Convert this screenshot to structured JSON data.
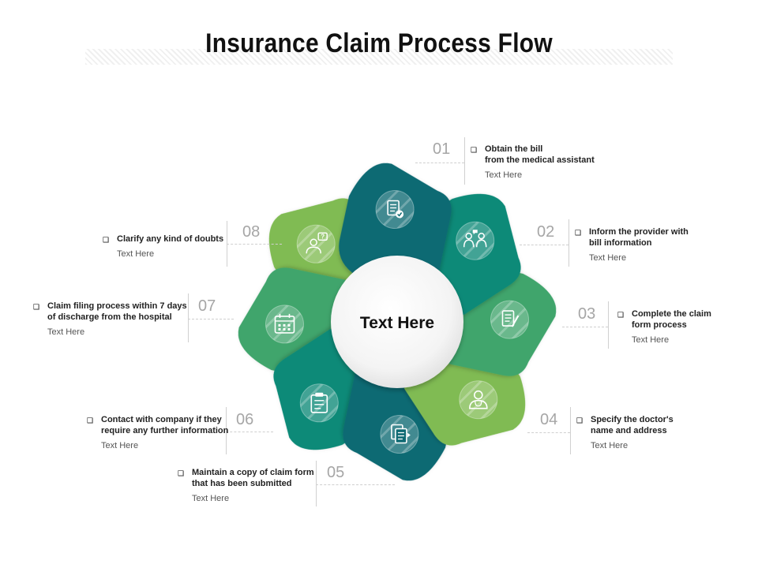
{
  "title": "Insurance Claim Process Flow",
  "center_label": "Text Here",
  "colors": {
    "light_green": "#80bb52",
    "mid_green": "#3fa56c",
    "teal": "#0f8a78",
    "dark_teal": "#0f6a73",
    "connector": "#cfcfcf",
    "number": "#a6a6a6"
  },
  "steps": [
    {
      "number": "01",
      "heading": "Obtain the bill\nfrom the medical assistant",
      "sub": "Text Here",
      "icon": "bill-document-icon",
      "color": "dark_teal"
    },
    {
      "number": "02",
      "heading": "Inform the provider with\nbill information",
      "sub": "Text Here",
      "icon": "people-communication-icon",
      "color": "teal"
    },
    {
      "number": "03",
      "heading": "Complete the claim\nform process",
      "sub": "Text Here",
      "icon": "form-pen-icon",
      "color": "mid_green"
    },
    {
      "number": "04",
      "heading": "Specify the doctor's\nname and address",
      "sub": "Text Here",
      "icon": "doctor-icon",
      "color": "light_green"
    },
    {
      "number": "05",
      "heading": "Maintain a copy of claim form\nthat has been submitted",
      "sub": "Text Here",
      "icon": "document-copy-icon",
      "color": "dark_teal"
    },
    {
      "number": "06",
      "heading": "Contact with company if they\nrequire any further information",
      "sub": "Text Here",
      "icon": "clipboard-icon",
      "color": "teal"
    },
    {
      "number": "07",
      "heading": "Claim filing process  within 7 days\nof discharge  from the hospital",
      "sub": "Text Here",
      "icon": "calendar-icon",
      "color": "mid_green"
    },
    {
      "number": "08",
      "heading": "Clarify any kind of doubts",
      "sub": "Text Here",
      "icon": "question-person-icon",
      "color": "light_green"
    }
  ]
}
